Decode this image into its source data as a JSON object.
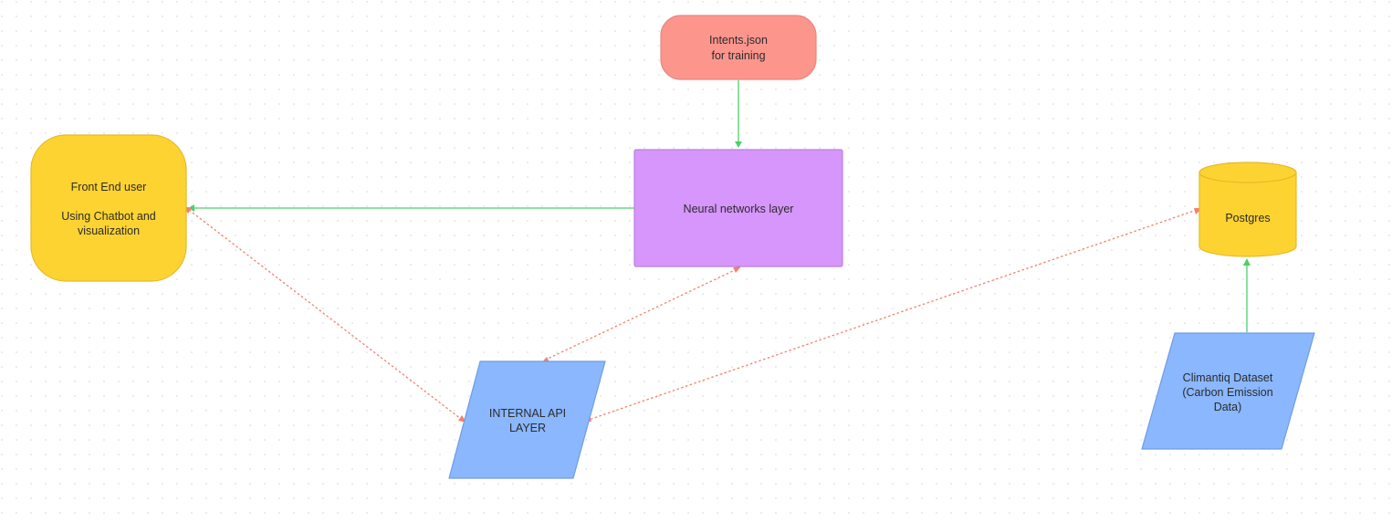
{
  "canvas": {
    "background": "#ffffff",
    "grid_dot_color": "#d4d4d4"
  },
  "colors": {
    "yellow": "#fdd332",
    "yellow_stroke": "#e6b92a",
    "salmon": "#fc968d",
    "salmon_stroke": "#e8877f",
    "purple": "#d796fc",
    "purple_stroke": "#b97fe0",
    "blue": "#8ab7fd",
    "blue_stroke": "#6f9de6",
    "green_edge": "#4fcf6a",
    "red_edge": "#f4806e"
  },
  "nodes": {
    "intents": {
      "line1": "Intents.json",
      "line2": "for training"
    },
    "neural": {
      "label": "Neural networks layer"
    },
    "frontend": {
      "line1": "Front End user",
      "line2": "Using Chatbot and",
      "line3": "visualization"
    },
    "postgres": {
      "label": "Postgres"
    },
    "api": {
      "line1": "INTERNAL API",
      "line2": "LAYER"
    },
    "climatiq": {
      "line1": "Climantiq Dataset",
      "line2": "(Carbon Emission",
      "line3": "Data)"
    }
  },
  "edges": [
    {
      "from": "intents",
      "to": "neural",
      "style": "solid",
      "color": "green_edge"
    },
    {
      "from": "neural",
      "to": "frontend",
      "style": "solid",
      "color": "green_edge"
    },
    {
      "from": "climatiq",
      "to": "postgres",
      "style": "solid",
      "color": "green_edge"
    },
    {
      "from": "frontend",
      "to": "api",
      "style": "dotted",
      "color": "red_edge",
      "bidirectional": true
    },
    {
      "from": "neural",
      "to": "api",
      "style": "dotted",
      "color": "red_edge",
      "bidirectional": true
    },
    {
      "from": "postgres",
      "to": "api",
      "style": "dotted",
      "color": "red_edge",
      "bidirectional": true
    }
  ]
}
